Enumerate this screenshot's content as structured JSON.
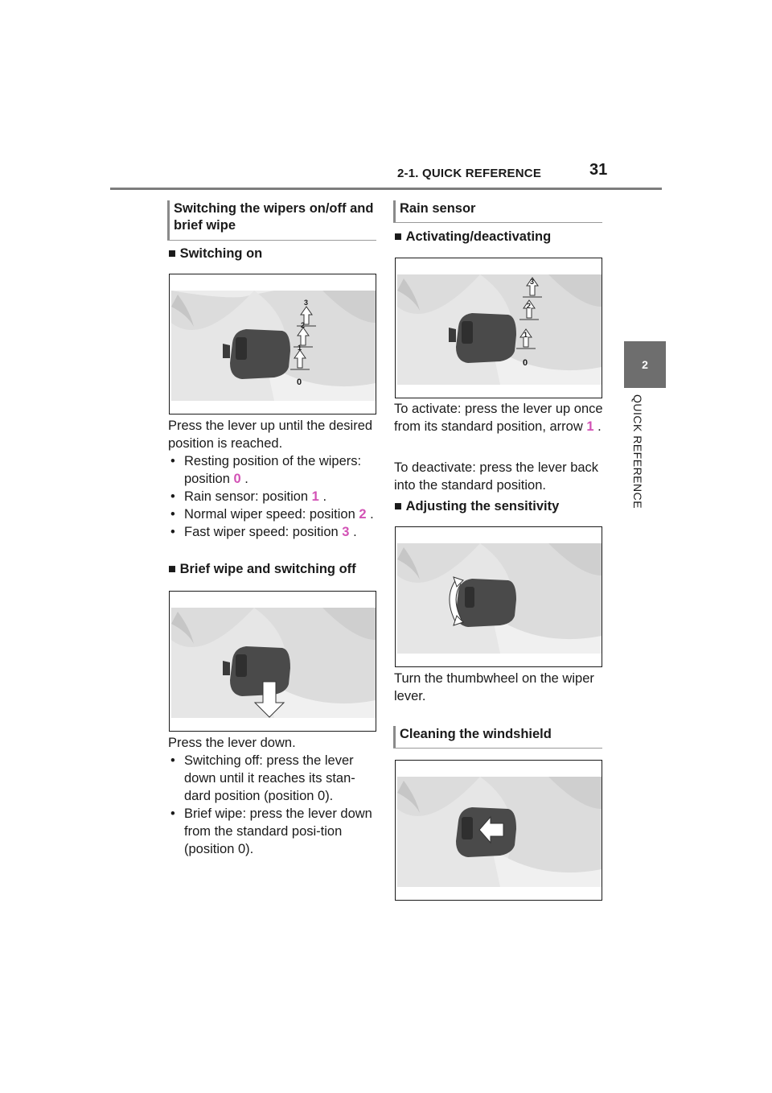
{
  "header": {
    "section_title": "2-1. QUICK REFERENCE",
    "page_number": "31"
  },
  "side": {
    "chapter_number": "2",
    "chapter_label": "QUICK REFERENCE"
  },
  "left": {
    "section_title": "Switching the wipers on/off and brief wipe",
    "switching_on": {
      "heading": "Switching on",
      "intro": "Press the lever up until the desired position is reached.",
      "bullets": [
        {
          "text": "Resting position of the wipers: position ",
          "num": "0"
        },
        {
          "text": "Rain sensor: position ",
          "num": "1"
        },
        {
          "text": "Normal wiper speed: position ",
          "num": "2"
        },
        {
          "text": "Fast wiper speed: position ",
          "num": "3"
        }
      ]
    },
    "brief_wipe": {
      "heading": "Brief wipe and switching off",
      "intro": "Press the lever down.",
      "bullets": [
        "Switching off: press the lever down until it reaches its stan-dard position (position 0).",
        "Brief wipe: press the lever down from the standard posi-tion (position 0)."
      ]
    },
    "figure_labels": [
      "3",
      "2",
      "1",
      "0"
    ]
  },
  "right": {
    "rain_sensor": {
      "section_title": "Rain sensor",
      "activating": {
        "heading": "Activating/deactivating",
        "para1": "To activate: press the lever up once from its standard position, arrow ",
        "para1_num": "1",
        "para2": "To deactivate: press the lever back into the standard position."
      },
      "sensitivity": {
        "heading": "Adjusting the sensitivity",
        "para": "Turn the thumbwheel on the wiper lever."
      }
    },
    "cleaning": {
      "section_title": "Cleaning the windshield"
    }
  },
  "punct": {
    "period": "."
  }
}
